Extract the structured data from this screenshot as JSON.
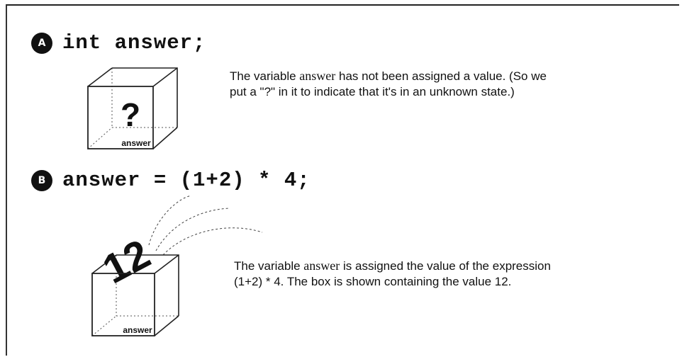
{
  "step_a": {
    "badge": "A",
    "code": "int answer;",
    "box_label": "answer",
    "box_contents": "?",
    "desc_before": "The variable ",
    "desc_var": "answer",
    "desc_after": " has not been assigned a value. (So we put a \"?\" in it to indicate that it's in an unknown state.)"
  },
  "step_b": {
    "badge": "B",
    "code": "answer = (1+2) * 4;",
    "box_label": "answer",
    "box_contents": "12",
    "desc_before": "The variable ",
    "desc_var": "answer",
    "desc_after": " is assigned the value of the expression (1+2) * 4. The box is shown containing the value 12."
  }
}
